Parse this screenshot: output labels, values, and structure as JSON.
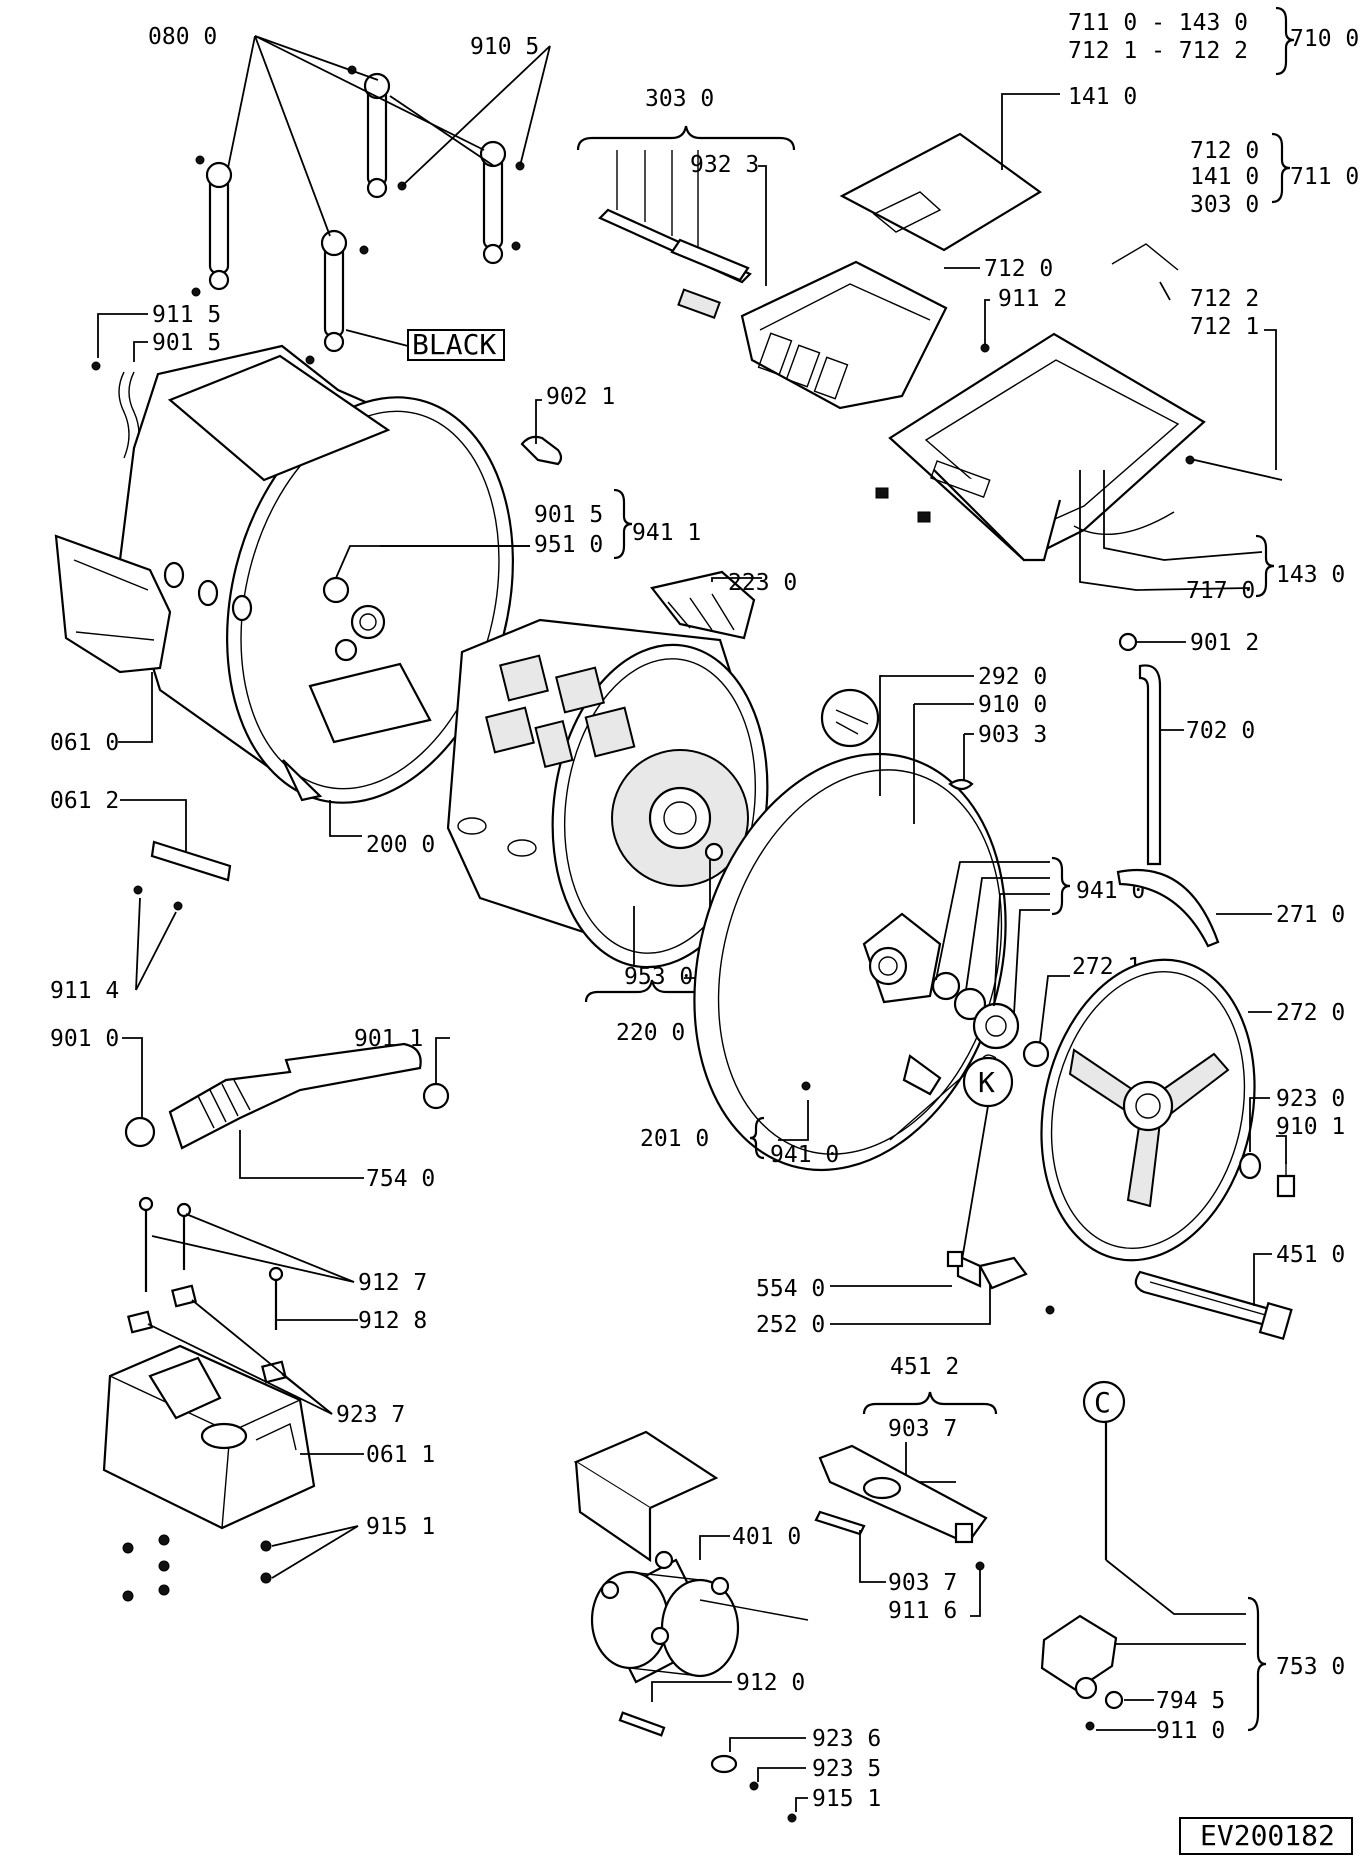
{
  "labels": {
    "l0800": "080 0",
    "l9105a": "910 5",
    "l7110": "711 0 - 143 0",
    "l7121": "712 1 - 712 2",
    "l7100": "710 0",
    "l3030": "303 0",
    "l9323": "932 3",
    "l1410top": "141 0",
    "l7120r": "712 0",
    "l1410r": "141 0",
    "l3030r": "303 0",
    "l7110b": "711 0",
    "l9115": "911 5",
    "l9015b": "901 5",
    "black": "BLACK",
    "l7120": "712 0",
    "l9112": "911 2",
    "l7122": "712 2",
    "l7121b": "712 1",
    "l9021": "902 1",
    "l9015": "901 5",
    "l9510": "951 0",
    "l9411": "941 1",
    "l2230": "223 0",
    "l7170": "717 0",
    "l1430": "143 0",
    "l0610": "061 0",
    "l9012": "901 2",
    "l2920": "292 0",
    "l9100": "910 0",
    "l9033": "903 3",
    "l7020": "702 0",
    "l0612": "061 2",
    "l2000": "200 0",
    "l9410": "941 0",
    "l2710": "271 0",
    "l2721": "272 1",
    "l2720": "272 0",
    "l9114": "911 4",
    "l9530": "953 0",
    "l2200": "220 0",
    "l9010": "901 0",
    "l9011": "901 1",
    "l9230": "923 0",
    "l9101": "910 1",
    "l2010": "201 0",
    "l9410b": "941 0",
    "l7540": "754 0",
    "k": "K",
    "l4510": "451 0",
    "l5540": "554 0",
    "l2520": "252 0",
    "l9127": "912 7",
    "l9128": "912 8",
    "l4512": "451 2",
    "l9037a": "903 7",
    "c": "C",
    "l9237": "923 7",
    "l0611": "061 1",
    "l9151": "915 1",
    "l4010": "401 0",
    "l9037": "903 7",
    "l9116": "911 6",
    "l7530": "753 0",
    "l7945": "794 5",
    "l9110": "911 0",
    "l9120": "912 0",
    "l9236": "923 6",
    "l9235": "923 5",
    "l9151b": "915 1",
    "code": "EV200182"
  }
}
